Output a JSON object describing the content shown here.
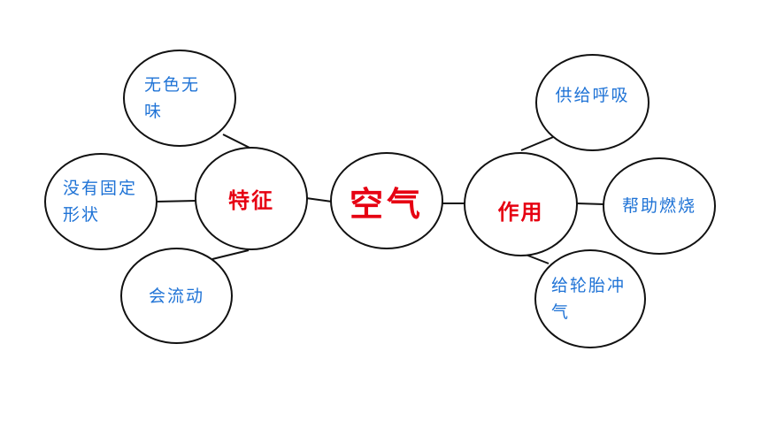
{
  "colors": {
    "blue": "#1f73d6",
    "red": "#e60012",
    "line": "#111111"
  },
  "center": {
    "label": "空气"
  },
  "hubs": {
    "features": {
      "label": "特征"
    },
    "uses": {
      "label": "作用"
    }
  },
  "features": {
    "colorless": {
      "label": "无色无味"
    },
    "shapeless": {
      "label": "没有固定形状"
    },
    "flows": {
      "label": "会流动"
    }
  },
  "uses": {
    "breathing": {
      "label": "供给呼吸"
    },
    "combustion": {
      "label": "帮助燃烧"
    },
    "tires": {
      "label": "给轮胎冲气"
    }
  }
}
